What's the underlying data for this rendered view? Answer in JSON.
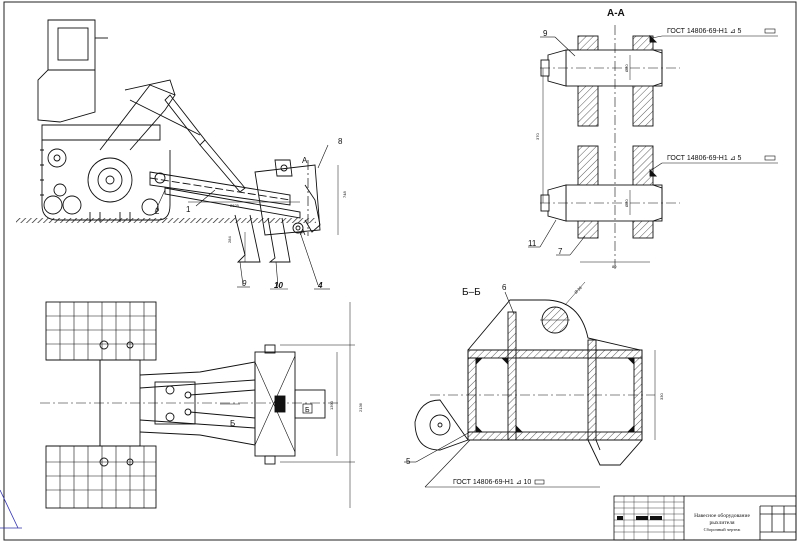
{
  "sections": {
    "aa": {
      "title": "А-А"
    },
    "bb": {
      "title": "Б–Б"
    }
  },
  "callouts": {
    "side_view": [
      "1",
      "2",
      "8",
      "9",
      "10",
      "4"
    ],
    "section_aa": [
      "9",
      "11",
      "7"
    ],
    "section_bb": [
      "6",
      "5"
    ]
  },
  "cut_marks": {
    "a_top": "А",
    "a_bottom": "А",
    "b_top": "Б",
    "b_bottom": "Б"
  },
  "weld_symbols": {
    "aa_top": "ГОСТ 14806-69-Н1  ⊿ 5",
    "aa_bottom": "ГОСТ 14806-69-Н1  ⊿ 5",
    "bb": "ГОСТ 14806-69-Н1  ⊿ 10"
  },
  "title_block": {
    "name_line1": "Навесное оборудование",
    "name_line2": "рыхлителя",
    "name_line3": "Сборочный чертеж"
  },
  "colors": {
    "line": "#111111",
    "hatch": "#333333",
    "paper": "#ffffff",
    "accent": "#3333aa"
  }
}
